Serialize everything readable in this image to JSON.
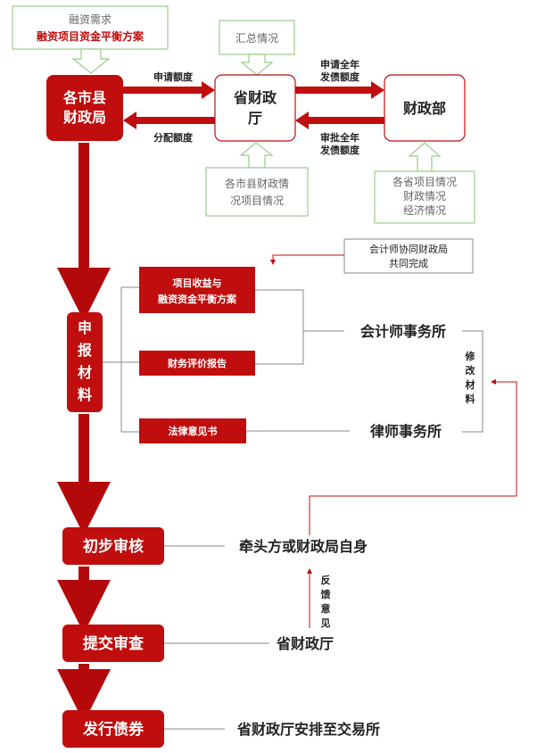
{
  "colors": {
    "red": "#c00d0d",
    "dark_red": "#b3090b",
    "gray_line": "#8a8a8a",
    "green_border": "#9ccb8a",
    "text_dark": "#222222",
    "text_gray": "#666666"
  },
  "top_flow": {
    "city_bureau": [
      "各市县",
      "财政局"
    ],
    "province_dept": [
      "省财政",
      "厅"
    ],
    "ministry": "财政部",
    "note_financing": {
      "line1": "融资需求",
      "line2": "融资项目资金平衡方案"
    },
    "note_summary": "汇总情况",
    "note_city_projects": [
      "各市县财政情",
      "况项目情况"
    ],
    "note_province_info": [
      "各省项目情况",
      "财政情况",
      "经济情况"
    ],
    "arrow_apply_quota": "申请额度",
    "arrow_allocate_quota": "分配额度",
    "arrow_apply_annual": [
      "申请全年",
      "发债额度"
    ],
    "arrow_approve_annual": [
      "审批全年",
      "发债额度"
    ]
  },
  "materials": {
    "side_label": [
      "申",
      "报",
      "材",
      "料"
    ],
    "item_project_plan": [
      "项目收益与",
      "融资资金平衡方案"
    ],
    "item_finance_report": "财务评价报告",
    "item_legal_opinion": "法律意见书",
    "accountant_firm": "会计师事务所",
    "law_firm": "律师事务所",
    "accountant_note": [
      "会计师协同财政局",
      "共同完成"
    ],
    "revise_label": [
      "修",
      "改",
      "材",
      "料"
    ]
  },
  "steps": {
    "preliminary_review": "初步审核",
    "preliminary_party": "牵头方或财政局自身",
    "submit_review": "提交审查",
    "submit_party": "省财政厅",
    "issue_bonds": "发行债券",
    "issue_party": "省财政厅安排至交易所",
    "feedback_label": [
      "反",
      "馈",
      "意",
      "见"
    ]
  }
}
